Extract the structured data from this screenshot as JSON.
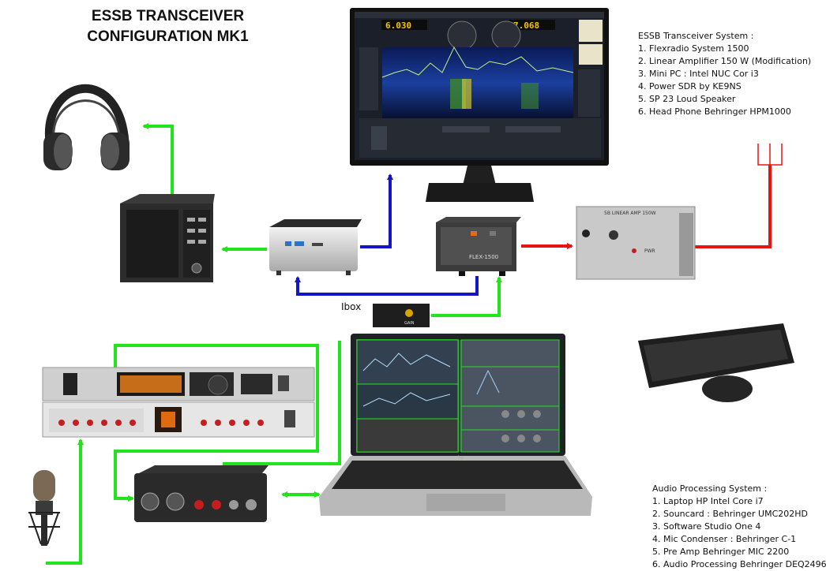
{
  "title": {
    "line1": "ESSB TRANSCEIVER",
    "line2": "CONFIGURATION MK1"
  },
  "transceiver_system": {
    "heading": "ESSB Transceiver System :",
    "items": [
      "1. Flexradio System 1500",
      "2. Linear Amplifier 150 W (Modification)",
      "3. Mini PC : Intel NUC  Cor i3",
      "4. Power SDR by KE9NS",
      "5. SP 23 Loud Speaker",
      "6. Head Phone Behringer HPM1000"
    ]
  },
  "audio_system": {
    "heading": "Audio Processing System  :",
    "items": [
      "1.  Laptop HP  Intel Core i7",
      "2.  Souncard : Behringer  UMC202HD",
      "3.  Software Studio One 4",
      "4.  Mic Condenser : Behringer C-1",
      "5.  Pre Amp Behringer MIC 2200",
      "6.  Audio Processing Behringer DEQ2496"
    ]
  },
  "labels": {
    "ibox": "Ibox",
    "monitor_freq_a": "6.030",
    "monitor_freq_b": "7.068",
    "flex_label": "FLEX-1500",
    "amp_label": "5B LINEAR AMP 150W",
    "amp_pwr": "PWR",
    "ibox_gain": "GAIN"
  },
  "colors": {
    "audio_line": "#22e31c",
    "data_line": "#1515c8",
    "rf_line": "#e81414"
  }
}
